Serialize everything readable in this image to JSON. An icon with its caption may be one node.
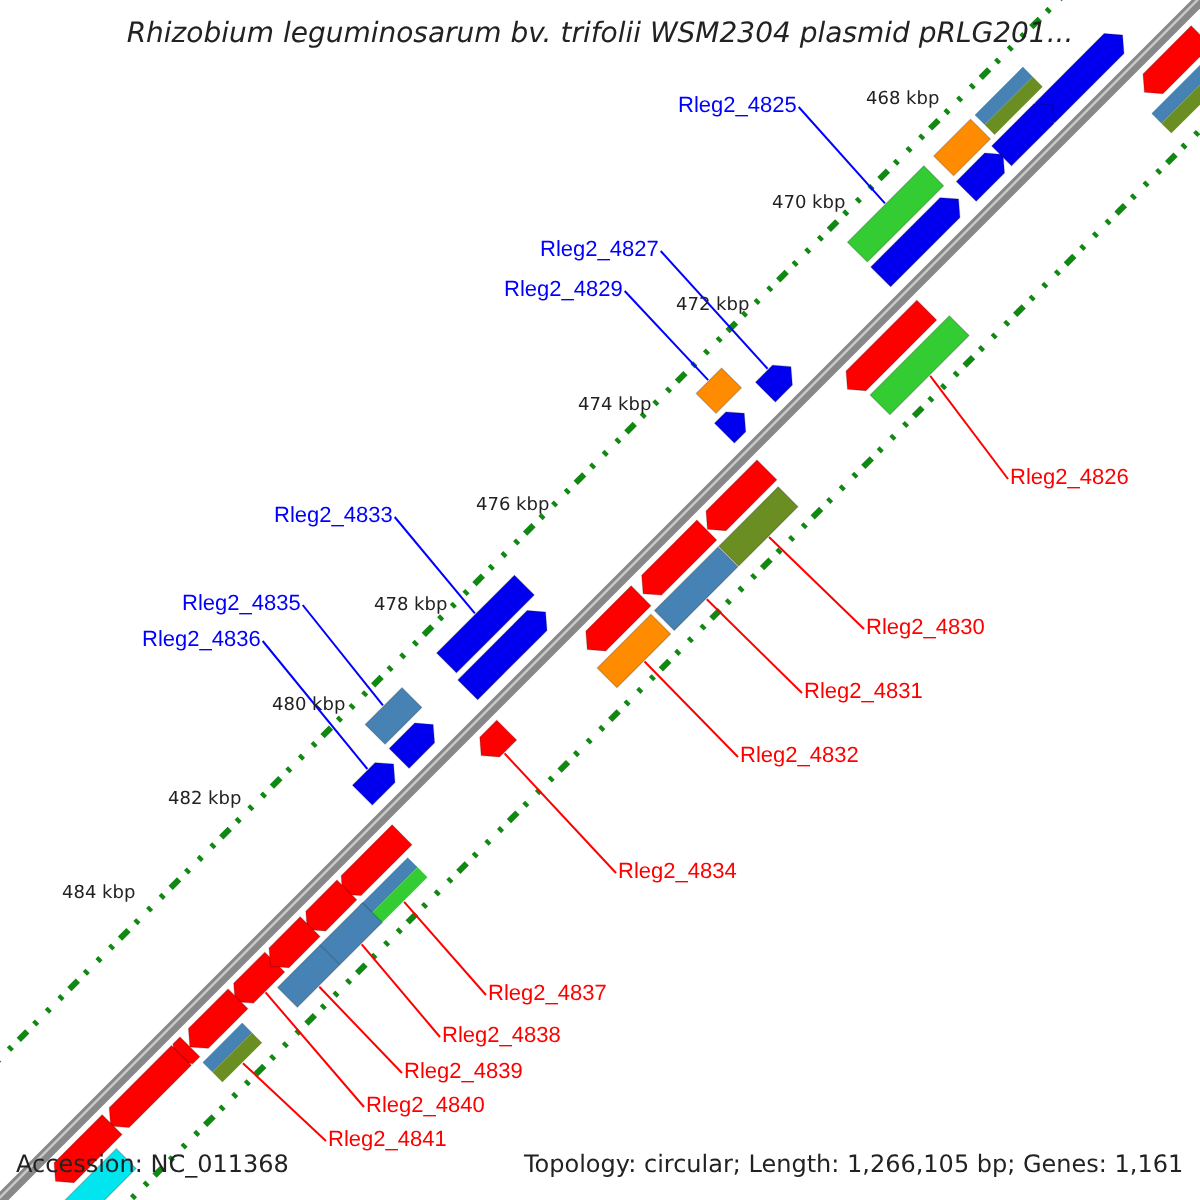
{
  "diagram": {
    "title": "Rhizobium leguminosarum bv. trifolii WSM2304 plasmid pRLG201...",
    "nodes": [
      {
        "text": [
          "Rleg2_4825"
        ]
      },
      {
        "text": [],
        "shape": "bar"
      },
      {
        "text": [
          "Rleg2_4827"
        ]
      },
      {
        "text": [],
        "shape": "arrow"
      },
      {
        "text": [
          "Rleg2_4829"
        ]
      },
      {
        "text": [],
        "shape": "bar"
      },
      {
        "text": [
          "Rleg2_4826"
        ]
      },
      {
        "text": [],
        "shape": "bar"
      },
      {
        "text": [
          "Rleg2_4833"
        ]
      },
      {
        "text": [],
        "shape": "bar"
      },
      {
        "text": [
          "Rleg2_4830"
        ]
      },
      {
        "text": [],
        "shape": "bar"
      },
      {
        "text": [
          "Rleg2_4835"
        ]
      },
      {
        "text": [],
        "shape": "bar"
      },
      {
        "text": [
          "Rleg2_4831"
        ]
      },
      {
        "text": [],
        "shape": "bar"
      },
      {
        "text": [
          "Rleg2_4836"
        ]
      },
      {
        "text": [],
        "shape": "arrow"
      },
      {
        "text": [
          "Rleg2_4832"
        ]
      },
      {
        "text": [],
        "shape": "bar"
      },
      {
        "text": [
          "Rleg2_4834"
        ]
      },
      {
        "text": [],
        "shape": "arrow"
      },
      {
        "text": [
          "Rleg2_4837"
        ]
      },
      {
        "text": [],
        "shape": "bar"
      },
      {
        "text": [
          "Rleg2_4838"
        ]
      },
      {
        "text": [],
        "shape": "bar"
      },
      {
        "text": [
          "Rleg2_4839"
        ]
      },
      {
        "text": [],
        "shape": "bar"
      },
      {
        "text": [
          "Rleg2_4840"
        ]
      },
      {
        "text": [],
        "shape": "arrow"
      },
      {
        "text": [
          "Rleg2_4841"
        ]
      },
      {
        "text": [],
        "shape": "bar"
      },
      {
        "text": [],
        "shape": "arrow"
      },
      {
        "text": [],
        "shape": "bar"
      },
      {
        "text": [],
        "shape": "arrow"
      },
      {
        "text": [],
        "shape": "bar"
      },
      {
        "text": [],
        "shape": "arrow"
      },
      {
        "text": [],
        "shape": "arrow"
      },
      {
        "text": [],
        "shape": "arrow"
      },
      {
        "text": [],
        "shape": "arrow"
      },
      {
        "text": [],
        "shape": "arrow"
      },
      {
        "text": [],
        "shape": "arrow"
      },
      {
        "text": [],
        "shape": "arrow"
      },
      {
        "text": [],
        "shape": "arrow"
      },
      {
        "text": [],
        "shape": "arrow"
      },
      {
        "text": [],
        "shape": "arrow"
      },
      {
        "text": [],
        "shape": "arrow"
      },
      {
        "text": [],
        "shape": "arrow"
      },
      {
        "text": [],
        "shape": "arrow"
      },
      {
        "text": [],
        "shape": "arrow"
      },
      {
        "text": [],
        "shape": "arrow"
      },
      {
        "text": [],
        "shape": "arrow"
      },
      {
        "text": [],
        "shape": "bar"
      },
      {
        "text": [],
        "shape": "arrow"
      },
      {
        "text": [],
        "shape": "bar"
      }
    ],
    "edges": [
      {
        "from": 0,
        "to": 1,
        "arrow": "none",
        "color": "#0000ff"
      },
      {
        "from": 2,
        "to": 3,
        "arrow": "none",
        "color": "#0000ff"
      },
      {
        "from": 4,
        "to": 5,
        "arrow": "none",
        "color": "#0000ff"
      },
      {
        "from": 6,
        "to": 7,
        "arrow": "none"
      },
      {
        "from": 8,
        "to": 9,
        "arrow": "none",
        "color": "#0000ff"
      },
      {
        "from": 10,
        "to": 11,
        "arrow": "none"
      },
      {
        "from": 12,
        "to": 13,
        "arrow": "none",
        "color": "#0000ff"
      },
      {
        "from": 14,
        "to": 15,
        "arrow": "none"
      },
      {
        "from": 16,
        "to": 17,
        "arrow": "none",
        "color": "#0000ff"
      },
      {
        "from": 18,
        "to": 19,
        "arrow": "none"
      },
      {
        "from": 20,
        "to": 21,
        "arrow": "none"
      },
      {
        "from": 22,
        "to": 23,
        "arrow": "none"
      },
      {
        "from": 24,
        "to": 25,
        "arrow": "none"
      },
      {
        "from": 26,
        "to": 27,
        "arrow": "none"
      },
      {
        "from": 28,
        "to": 29,
        "arrow": "none"
      },
      {
        "from": 30,
        "to": 31,
        "arrow": "none"
      }
    ],
    "labels": [
      "468 kbp",
      "470 kbp",
      "472 kbp",
      "474 kbp",
      "476 kbp",
      "478 kbp",
      "480 kbp",
      "482 kbp",
      "484 kbp",
      "Accession: NC_011368",
      "Topology: circular; Length: 1,266,105 bp; Genes: 1,161"
    ]
  }
}
